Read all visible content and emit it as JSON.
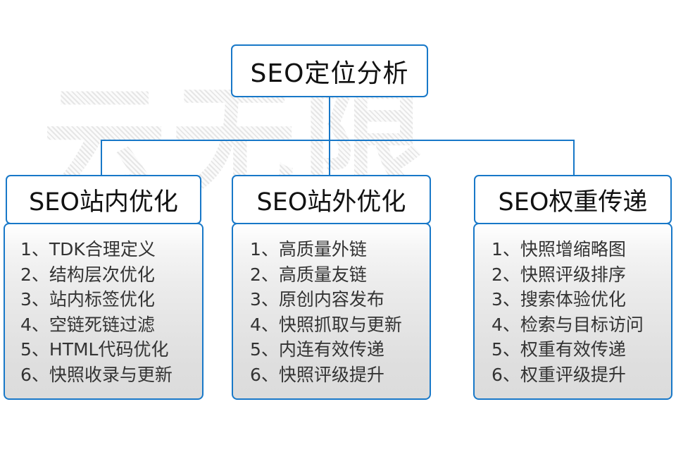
{
  "diagram": {
    "root": {
      "label": "SEO定位分析"
    },
    "accent_color": "#1878c8",
    "text_color": "#111111",
    "item_text_color": "#333333",
    "watermark_text": "云无限",
    "columns": [
      {
        "header": "SEO站内优化",
        "items": [
          "1、TDK合理定义",
          "2、结构层次优化",
          "3、站内标签优化",
          "4、空链死链过滤",
          "5、HTML代码优化",
          "6、快照收录与更新"
        ]
      },
      {
        "header": "SEO站外优化",
        "items": [
          "1、高质量外链",
          "2、高质量友链",
          "3、原创内容发布",
          "4、快照抓取与更新",
          "5、内连有效传递",
          "6、快照评级提升"
        ]
      },
      {
        "header": "SEO权重传递",
        "items": [
          "1、快照增缩略图",
          "2、快照评级排序",
          "3、搜索体验优化",
          "4、检索与目标访问",
          "5、权重有效传递",
          "6、权重评级提升"
        ]
      }
    ]
  }
}
